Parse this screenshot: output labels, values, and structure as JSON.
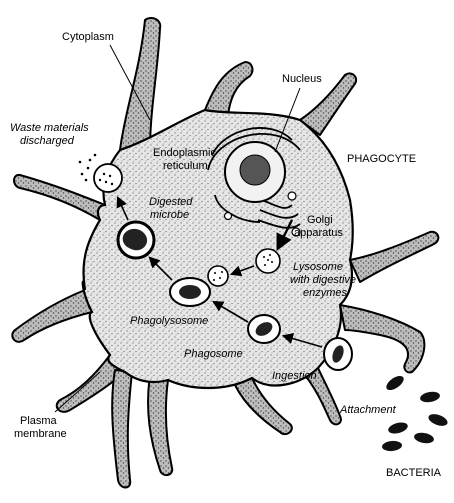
{
  "labels": {
    "cytoplasm": "Cytoplasm",
    "nucleus": "Nucleus",
    "waste_line1": "Waste materials",
    "waste_line2": "discharged",
    "er_line1": "Endoplasmic",
    "er_line2": "reticulum",
    "phagocyte": "PHAGOCYTE",
    "digested_line1": "Digested",
    "digested_line2": "microbe",
    "golgi_line1": "Golgi",
    "golgi_line2": "apparatus",
    "lysosome_line1": "Lysosome",
    "lysosome_line2": "with digestive",
    "lysosome_line3": "enzymes",
    "phagolysosome": "Phagolysosome",
    "phagosome": "Phagosome",
    "ingestion": "Ingestion",
    "attachment": "Attachment",
    "plasma_line1": "Plasma",
    "plasma_line2": "membrane",
    "bacteria": "BACTERIA"
  },
  "colors": {
    "ink": "#000000",
    "cell_fill": "#d9d9d9",
    "pseudopod_fill": "#a8a8a8",
    "nucleolus": "#555555"
  }
}
